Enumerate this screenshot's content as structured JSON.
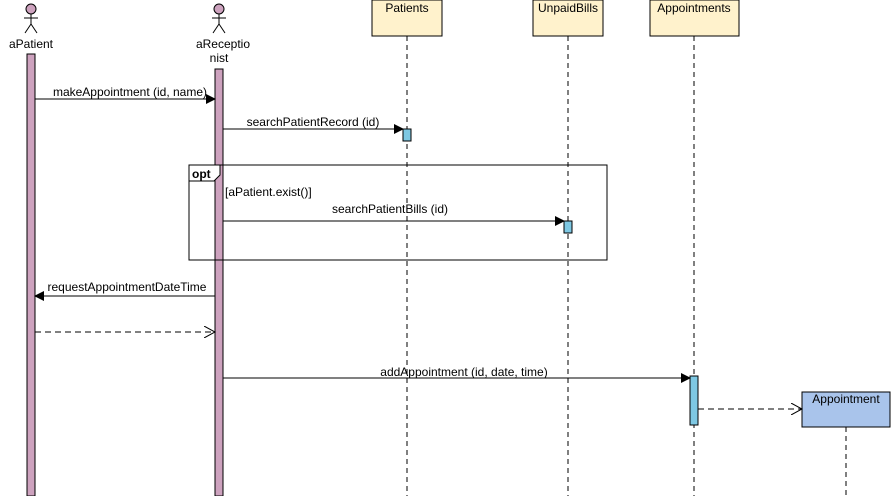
{
  "actors": [
    {
      "id": "aPatient",
      "label": "aPatient"
    },
    {
      "id": "aReceptionist",
      "label_line1": "aReceptio",
      "label_line2": "nist"
    }
  ],
  "objects": [
    {
      "id": "patients",
      "label": "Patients"
    },
    {
      "id": "unpaidbills",
      "label": "UnpaidBills"
    },
    {
      "id": "appointments",
      "label": "Appointments"
    },
    {
      "id": "appointment",
      "label": "Appointment"
    }
  ],
  "messages": {
    "make_appointment": "makeAppointment (id, name)",
    "search_patient_record": "searchPatientRecord (id)",
    "search_patient_bills": "searchPatientBills (id)",
    "request_datetime": "requestAppointmentDateTime",
    "add_appointment": "addAppointment (id, date, time)"
  },
  "fragment": {
    "operator": "opt",
    "guard": "[aPatient.exist()]"
  },
  "colors": {
    "actor_fill": "#cda2be",
    "activation_actor": "#cda2be",
    "object_header_fill": "#fff2cc",
    "activation_object": "#7ec8e3",
    "created_object_fill": "#a9c4eb",
    "line": "#000000"
  }
}
